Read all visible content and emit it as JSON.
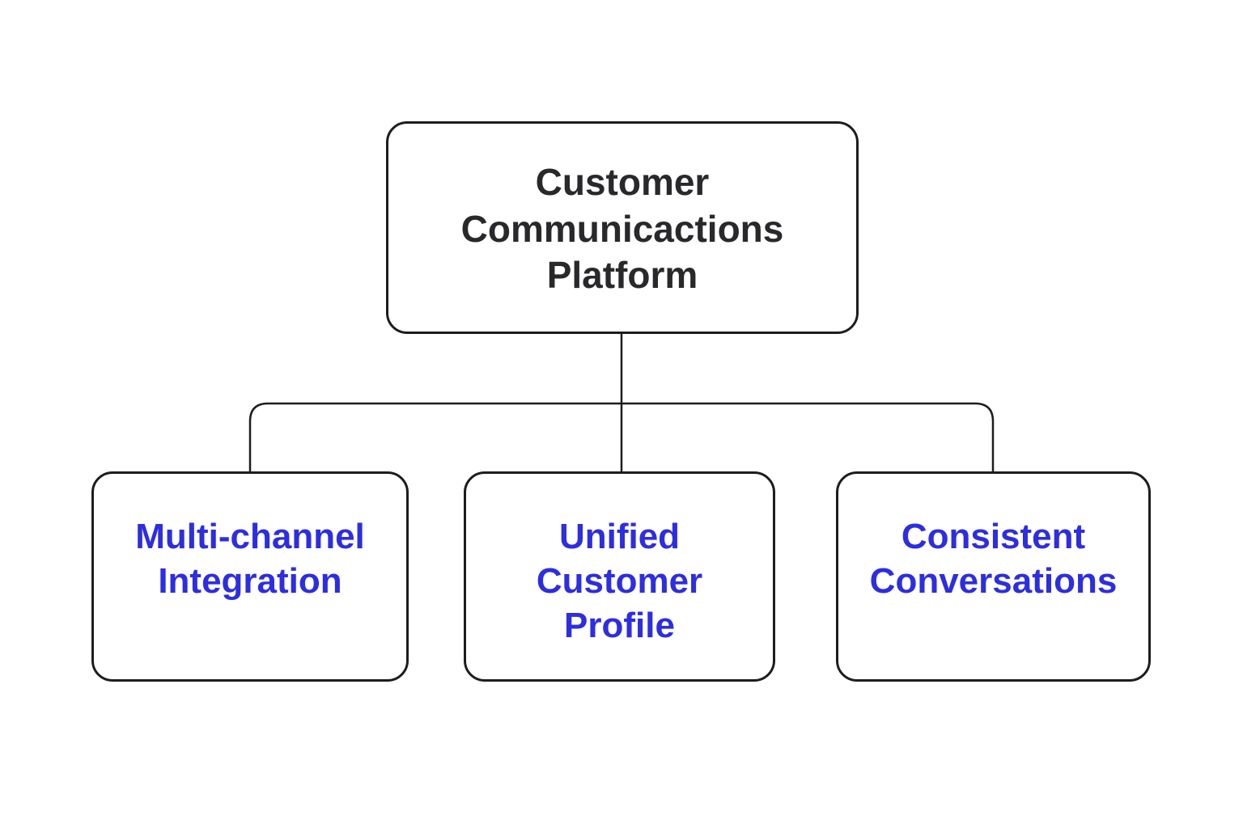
{
  "diagram": {
    "title": "Customer Communications Platform diagram",
    "root": {
      "id": "customer-communications-platform",
      "label": "Customer\nCommunicactions\nPlatform",
      "text_color": "#29282b"
    },
    "children": [
      {
        "id": "multi-channel-integration",
        "label": "Multi-channel\nIntegration",
        "text_color": "#2d2de1"
      },
      {
        "id": "unified-customer-profile",
        "label": "Unified\nCustomer\nProfile",
        "text_color": "#2d2de1"
      },
      {
        "id": "consistent-conversations",
        "label": "Consistent\nConversations",
        "text_color": "#2d2de1"
      }
    ],
    "style": {
      "node_border_color": "#1d1d1f",
      "node_fill_color": "#ffffff",
      "connector_color": "#1d1d1f",
      "background_color": "#ffffff"
    }
  }
}
